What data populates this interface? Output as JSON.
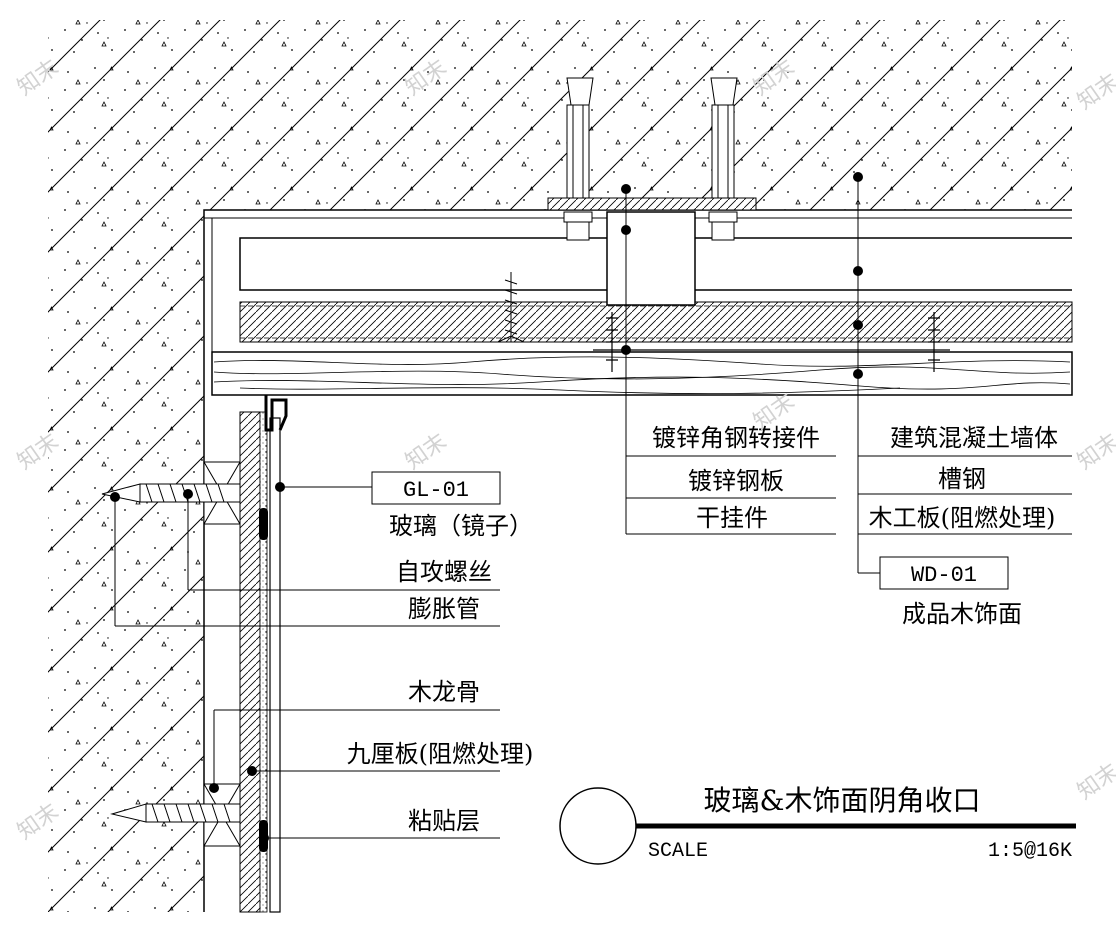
{
  "drawing": {
    "title": "玻璃&木饰面阴角收口",
    "scale_label": "SCALE",
    "scale_value": "1:5@16K",
    "watermark": "知末"
  },
  "top_labels": {
    "steel_connector": "镀锌角钢转接件",
    "steel_plate": "镀锌钢板",
    "dry_hang": "干挂件",
    "concrete_wall": "建筑混凝土墙体",
    "channel_steel": "槽钢",
    "blockboard": "木工板(阻燃处理)",
    "wd_code": "WD-01",
    "wood_finish": "成品木饰面"
  },
  "left_labels": {
    "gl_code": "GL-01",
    "glass": "玻璃（镜子）",
    "screw": "自攻螺丝",
    "anchor": "膨胀管",
    "wood_keel": "木龙骨",
    "plywood": "九厘板(阻燃处理)",
    "adhesive": "粘贴层"
  }
}
